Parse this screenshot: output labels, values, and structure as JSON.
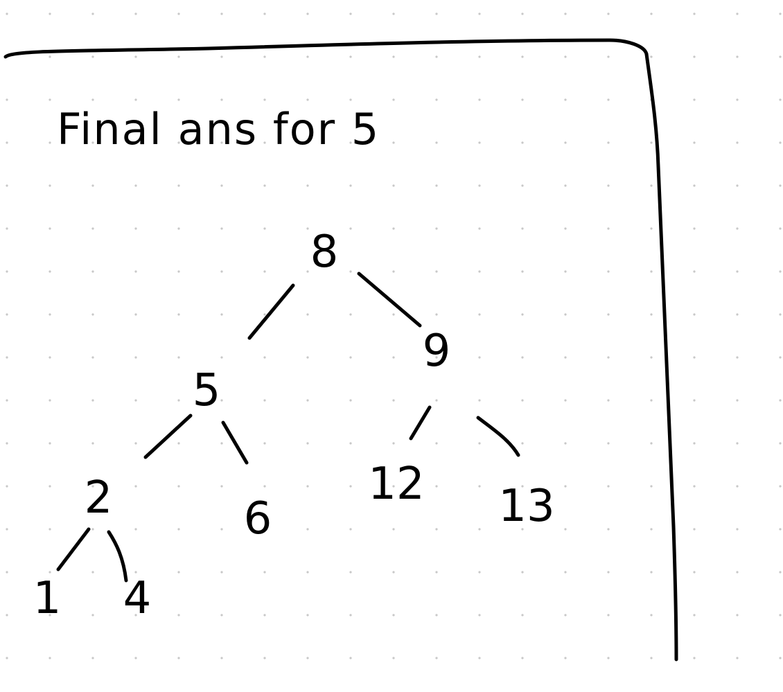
{
  "note": {
    "title": "Final ans for 5"
  },
  "tree": {
    "nodes": [
      {
        "id": "n8",
        "label": "8"
      },
      {
        "id": "n5",
        "label": "5"
      },
      {
        "id": "n9",
        "label": "9"
      },
      {
        "id": "n2",
        "label": "2"
      },
      {
        "id": "n6",
        "label": "6"
      },
      {
        "id": "n12",
        "label": "12"
      },
      {
        "id": "n13",
        "label": "13"
      },
      {
        "id": "n1",
        "label": "1"
      },
      {
        "id": "n4",
        "label": "4"
      }
    ],
    "edges": [
      {
        "from": "8",
        "to": "5"
      },
      {
        "from": "8",
        "to": "9"
      },
      {
        "from": "5",
        "to": "2"
      },
      {
        "from": "5",
        "to": "6"
      },
      {
        "from": "9",
        "to": "12"
      },
      {
        "from": "9",
        "to": "13"
      },
      {
        "from": "2",
        "to": "1"
      },
      {
        "from": "2",
        "to": "4"
      }
    ]
  },
  "colors": {
    "ink": "#000000",
    "grid_dot": "#c8c8c8",
    "paper": "#ffffff"
  }
}
